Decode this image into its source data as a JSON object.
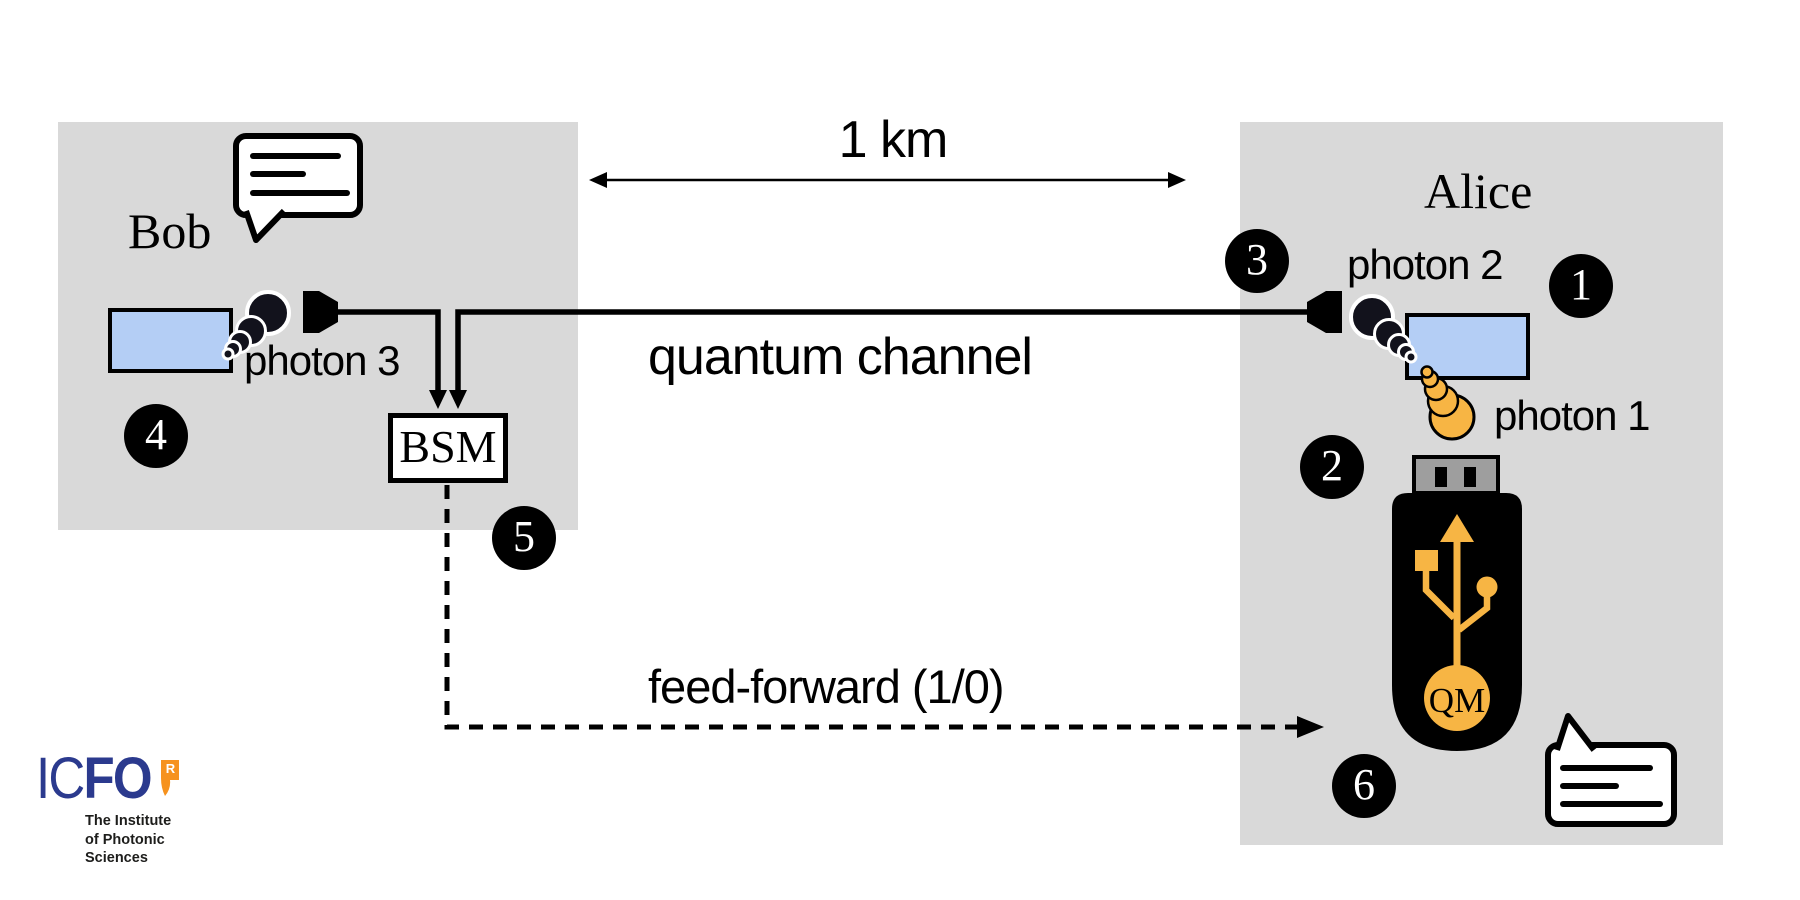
{
  "parties": {
    "bob": "Bob",
    "alice": "Alice"
  },
  "labels": {
    "distance": "1 km",
    "quantum_channel": "quantum channel",
    "feed_forward": "feed-forward (1/0)",
    "photon_1": "photon 1",
    "photon_2": "photon 2",
    "photon_3": "photon 3",
    "bsm": "BSM",
    "qm": "QM"
  },
  "step_badges": [
    "1",
    "2",
    "3",
    "4",
    "5",
    "6"
  ],
  "logo": {
    "name_thin": "IC",
    "name_bold": "FO",
    "mark_letter": "R",
    "tagline": [
      "The Institute",
      "of Photonic",
      "Sciences"
    ]
  },
  "colors": {
    "lab_box_gray": "#d9d9d9",
    "detector_blue": "#b4cef5",
    "photon_orange": "#f7b544",
    "ink": "#000000",
    "photon_black": "#12121c",
    "logo_blue": "#2b3a8e",
    "logo_orange": "#f6921e",
    "usb_connector_gray": "#9e9e9e"
  }
}
